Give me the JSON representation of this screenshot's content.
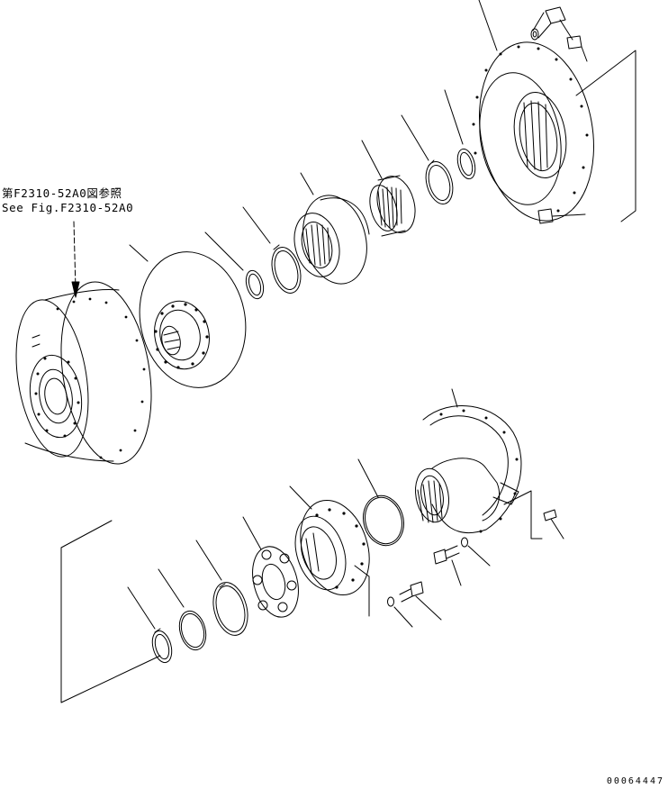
{
  "reference_note": {
    "line1": "第F2310-52A0図参照",
    "line2": "See Fig.F2310-52A0"
  },
  "drawing_number": "00064447",
  "colors": {
    "line": "#000000",
    "background": "#ffffff"
  }
}
